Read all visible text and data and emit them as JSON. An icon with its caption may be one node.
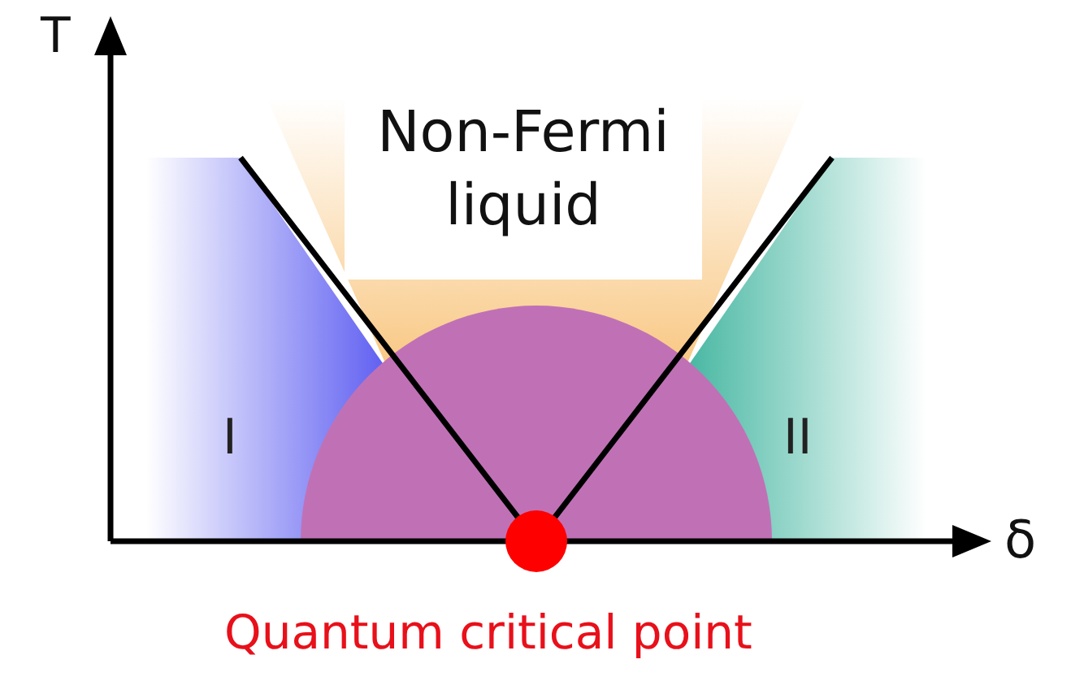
{
  "diagram": {
    "nodes": [
      {
        "text": [
          "Non-Fermi liquid"
        ]
      }
    ],
    "labels": [
      "T",
      "δ",
      "I",
      "II",
      "Quantum critical point"
    ]
  }
}
